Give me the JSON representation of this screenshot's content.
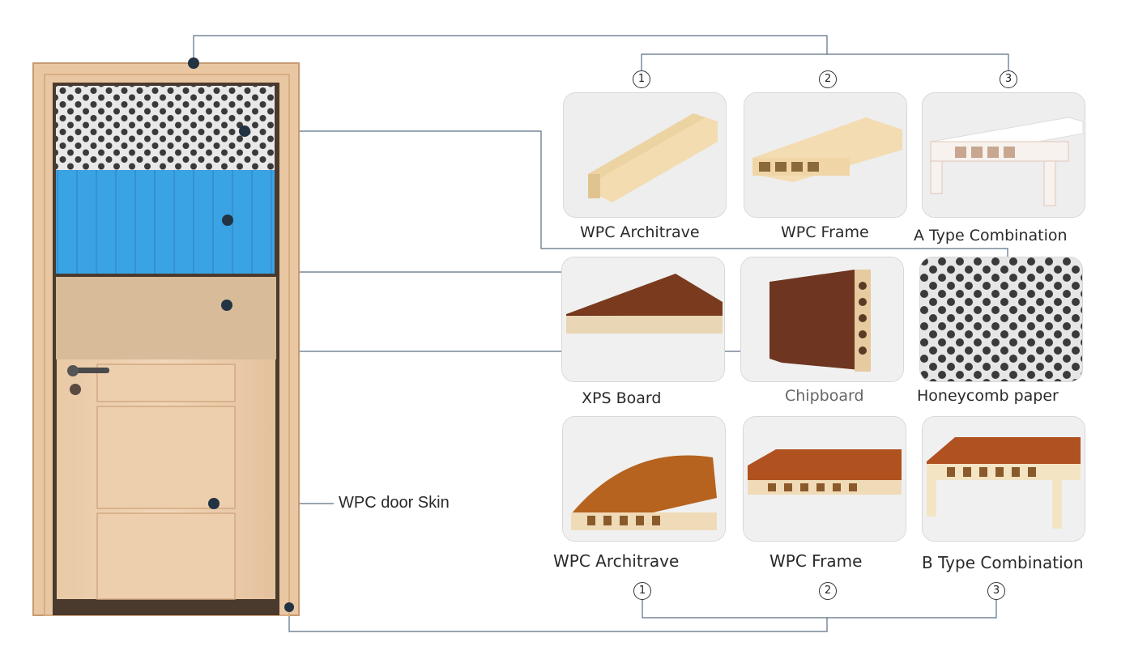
{
  "callout": {
    "door_skin": "WPC door Skin"
  },
  "grid": {
    "row1": {
      "numbers": [
        "1",
        "2",
        "3"
      ],
      "labels": [
        "WPC Architrave",
        "WPC Frame",
        "A Type Combination"
      ]
    },
    "row2": {
      "labels": [
        "XPS Board",
        "Chipboard",
        "Honeycomb paper"
      ]
    },
    "row3": {
      "labels": [
        "WPC Architrave",
        "WPC Frame",
        "B Type Combination"
      ],
      "numbers": [
        "1",
        "2",
        "3"
      ]
    }
  },
  "colors": {
    "connector": "#5a6f85",
    "dot": "#223344",
    "xps_blue": "#3aa3e3",
    "chipboard": "#d8bb98",
    "door_wood": "#e8c8a8",
    "wood_dark": "#7a3a1e"
  }
}
